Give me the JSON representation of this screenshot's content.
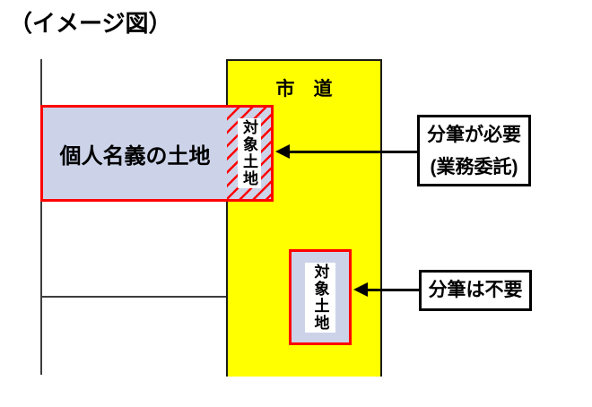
{
  "title": "（イメージ図）",
  "diagram": {
    "road": {
      "label": "市　道"
    },
    "parcel": {
      "label": "個人名義の土地"
    },
    "target_strip": {
      "label": "対象土地"
    },
    "target_box": {
      "label": "対象土地"
    },
    "callout_split_required": {
      "line1": "分筆が必要",
      "line2": "(業務委託)"
    },
    "callout_no_split": {
      "label": "分筆は不要"
    }
  },
  "colors": {
    "road-fill": "#FFFF00",
    "parcel-fill": "#CCD3E9",
    "highlight": "#FF0000",
    "line": "#000000"
  }
}
